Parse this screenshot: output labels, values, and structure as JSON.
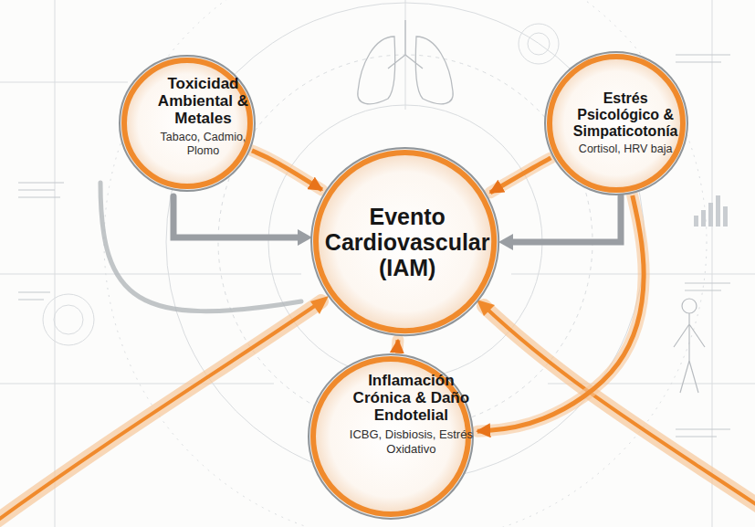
{
  "diagram": {
    "nodes": [
      {
        "text": [
          "Toxicidad Ambiental & Metales",
          "Tabaco, Cadmio, Plomo"
        ]
      },
      {
        "text": [
          "Estrés Psicológico & Simpaticotonía",
          "Cortisol, HRV baja"
        ]
      },
      {
        "text": [
          "Evento Cardiovascular (IAM)"
        ]
      },
      {
        "text": [
          "Inflamación Crónica & Daño Endotelial",
          "ICBG, Disbiosis, Estrés Oxidativo"
        ]
      }
    ],
    "edges": [
      {
        "from": 0,
        "to": 2,
        "arrow": "to"
      },
      {
        "from": 1,
        "to": 2,
        "arrow": "to"
      },
      {
        "from": 3,
        "to": 2,
        "arrow": "to"
      },
      {
        "from": 1,
        "to": 3,
        "arrow": "to"
      }
    ]
  }
}
